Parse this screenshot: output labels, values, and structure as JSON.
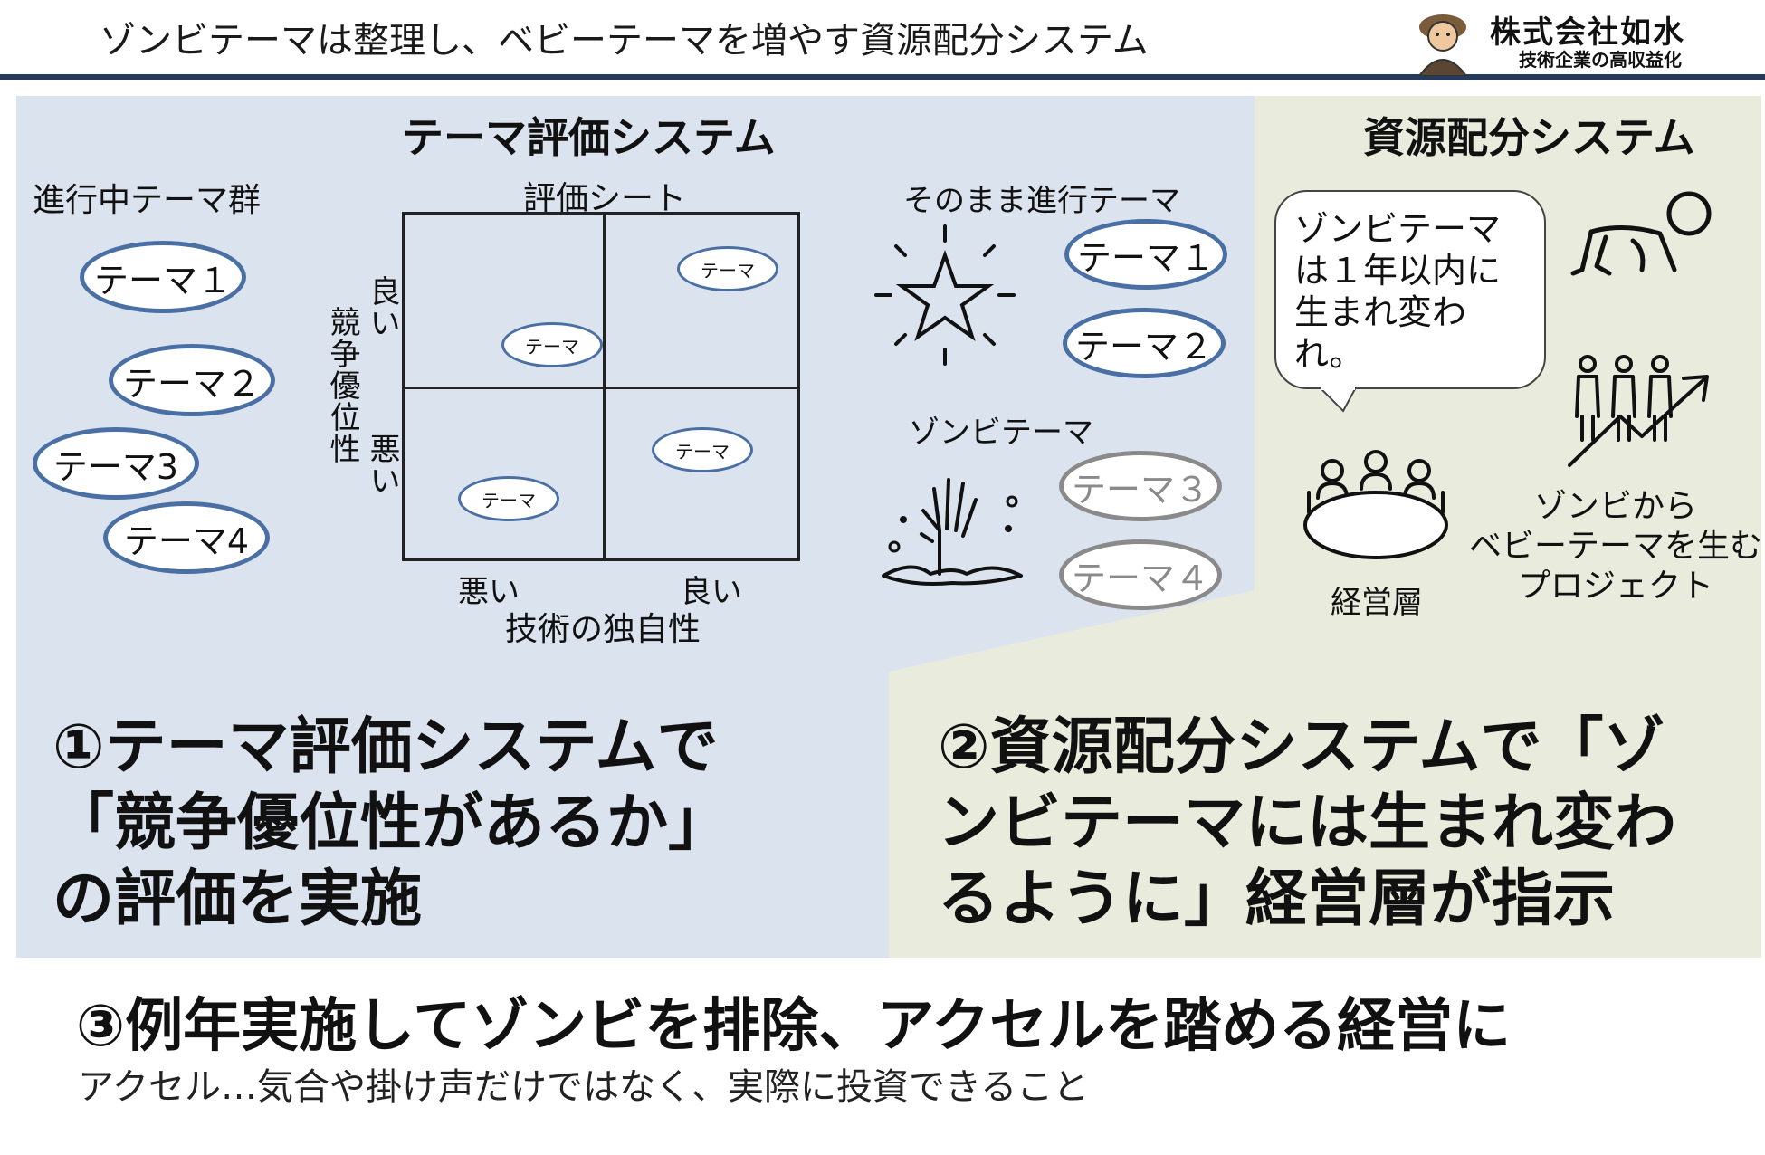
{
  "header": {
    "title": "ゾンビテーマは整理し、ベビーテーマを増やす資源配分システム",
    "logo_main": "株式会社如水",
    "logo_sub": "技術企業の高収益化"
  },
  "left_panel": {
    "heading": "テーマ評価システム",
    "ongoing_label": "進行中テーマ群",
    "ongoing_themes": [
      "テーマ１",
      "テーマ２",
      "テーマ3",
      "テーマ4"
    ],
    "sheet_label": "評価シート",
    "grid_theme_label": "テーマ",
    "y_axis_title": "競争優位性",
    "y_good": "良い",
    "y_bad": "悪い",
    "x_bad": "悪い",
    "x_good": "良い",
    "x_axis_title": "技術の独自性",
    "continue_label": "そのまま進行テーマ",
    "continue_themes": [
      "テーマ１",
      "テーマ２"
    ],
    "zombie_label": "ゾンビテーマ",
    "zombie_themes": [
      "テーマ３",
      "テーマ４"
    ]
  },
  "right_panel": {
    "heading": "資源配分システム",
    "bubble_text": [
      "ゾンビテーマ",
      "は１年以内に",
      "生まれ変われ。"
    ],
    "management_label": "経営層",
    "project_label": [
      "ゾンビから",
      "ベビーテーマを生む",
      "プロジェクト"
    ]
  },
  "conclusions": {
    "one": [
      "①テーマ評価システムで",
      "「競争優位性があるか」",
      "の評価を実施"
    ],
    "two": [
      "②資源配分システムで「ゾ",
      "ンビテーマには生まれ変わ",
      "るように」経営層が指示"
    ],
    "three": "③例年実施してゾンビを排除、アクセルを踏める経営に",
    "footnote": "アクセル…気合や掛け声だけではなく、実際に投資できること"
  },
  "colors": {
    "header_rule": "#243a5e",
    "left_bg": "#dbe3ef",
    "right_bg": "#e9ecdd",
    "pill_border": "#4a6fa5",
    "zombie_border": "#8a8a8a"
  }
}
